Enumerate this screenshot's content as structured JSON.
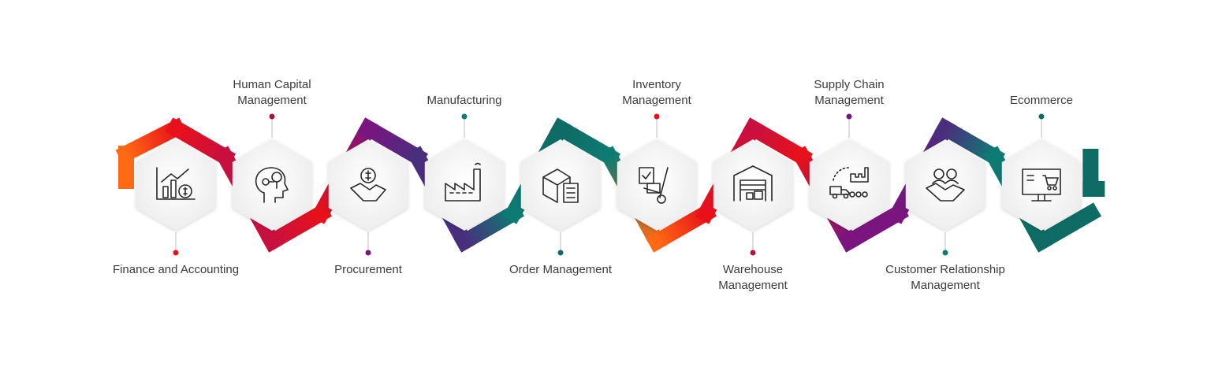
{
  "modules": [
    {
      "id": "finance",
      "lines": [
        "Finance and Accounting"
      ],
      "pos": "bottom",
      "dot": "#e8111a",
      "icon": "finance-chart-icon"
    },
    {
      "id": "hcm",
      "lines": [
        "Human Capital",
        "Management"
      ],
      "pos": "top",
      "dot": "#a8114a",
      "icon": "ai-head-gear-icon"
    },
    {
      "id": "procurement",
      "lines": [
        "Procurement"
      ],
      "pos": "bottom",
      "dot": "#7a1580",
      "icon": "handshake-dollar-icon"
    },
    {
      "id": "manufacturing",
      "lines": [
        "Manufacturing"
      ],
      "pos": "top",
      "dot": "#0e7b72",
      "icon": "factory-icon"
    },
    {
      "id": "order",
      "lines": [
        "Order Management"
      ],
      "pos": "bottom",
      "dot": "#0d6b63",
      "icon": "box-checklist-icon"
    },
    {
      "id": "inventory",
      "lines": [
        "Inventory",
        "Management"
      ],
      "pos": "top",
      "dot": "#e8111a",
      "icon": "hand-truck-icon"
    },
    {
      "id": "warehouse",
      "lines": [
        "Warehouse",
        "Management"
      ],
      "pos": "bottom",
      "dot": "#b01248",
      "icon": "warehouse-icon"
    },
    {
      "id": "supply",
      "lines": [
        "Supply Chain",
        "Management"
      ],
      "pos": "top",
      "dot": "#7a1580",
      "icon": "supply-chain-icon"
    },
    {
      "id": "crm",
      "lines": [
        "Customer Relationship",
        "Management"
      ],
      "pos": "bottom",
      "dot": "#0e7b72",
      "icon": "customer-handshake-icon"
    },
    {
      "id": "ecommerce",
      "lines": [
        "Ecommerce"
      ],
      "pos": "top",
      "dot": "#0d6b63",
      "icon": "ecommerce-cart-icon"
    }
  ],
  "colors": {
    "orange": "#ff6a13",
    "red": "#e8111a",
    "crimson": "#c8103f",
    "purple": "#7a1580",
    "indigo": "#4a2e7e",
    "teal": "#0e7b72",
    "darkteal": "#0d6b63",
    "icon_stroke": "#2a2a2a",
    "text": "#3c3c3c"
  }
}
